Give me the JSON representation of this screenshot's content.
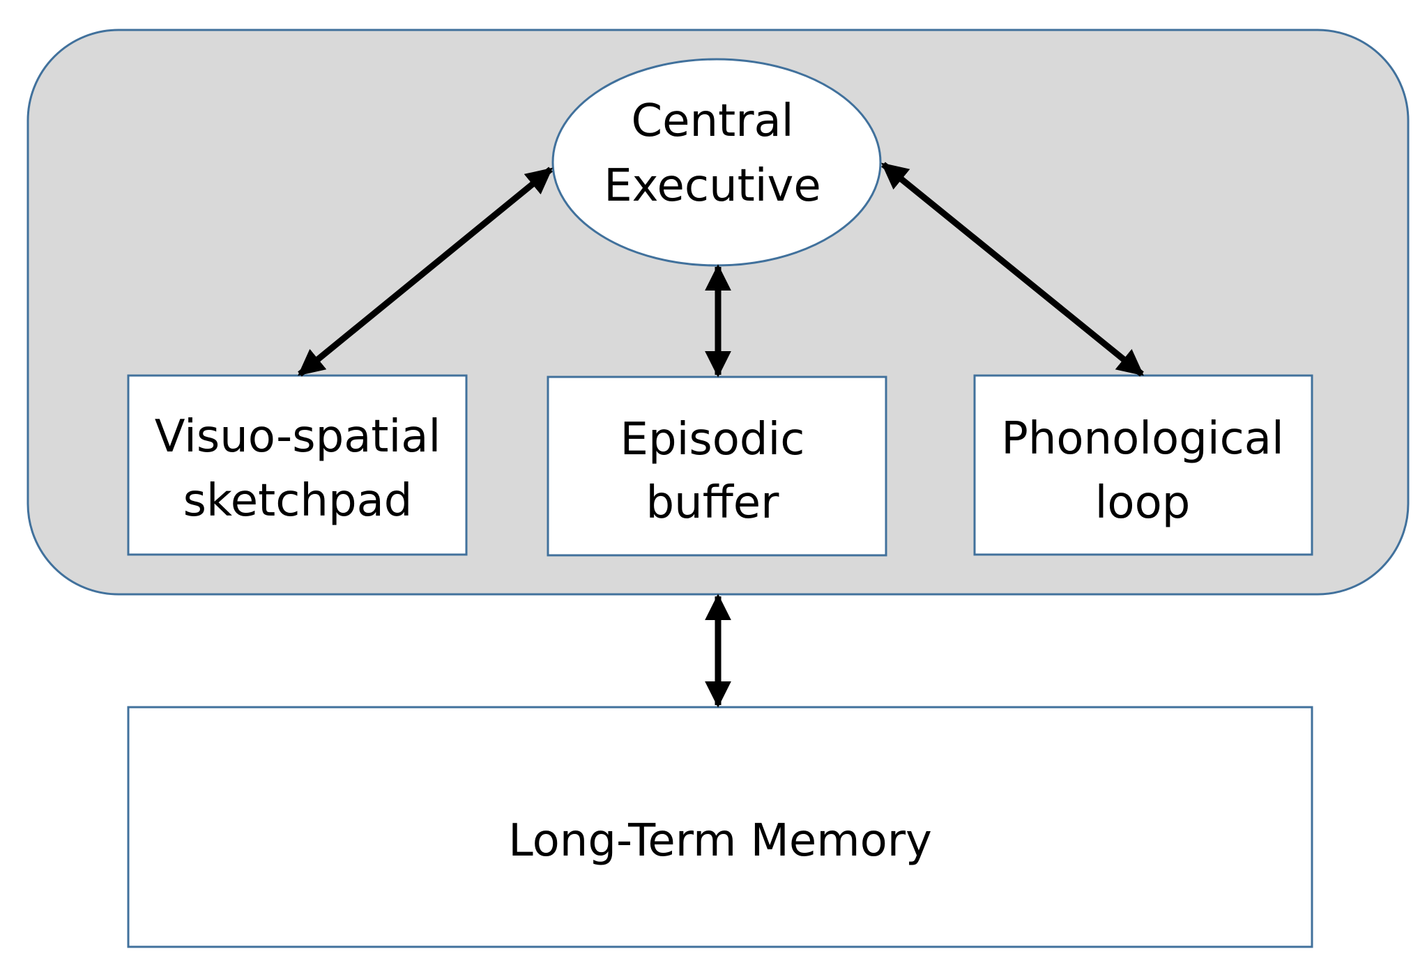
{
  "diagram": {
    "colors": {
      "background": "#ffffff",
      "container_fill": "#d9d9d9",
      "node_stroke": "#41719c",
      "node_fill": "#ffffff",
      "arrow": "#000000",
      "text": "#000000"
    },
    "nodes": {
      "central_executive": {
        "line1": "Central",
        "line2": "Executive"
      },
      "visuo_spatial": {
        "line1": "Visuo-spatial",
        "line2": "sketchpad"
      },
      "episodic_buffer": {
        "line1": "Episodic",
        "line2": "buffer"
      },
      "phonological_loop": {
        "line1": "Phonological",
        "line2": "loop"
      },
      "long_term_memory": {
        "label": "Long-Term Memory"
      }
    },
    "edges": [
      {
        "from": "central_executive",
        "to": "visuo_spatial",
        "bidirectional": true
      },
      {
        "from": "central_executive",
        "to": "episodic_buffer",
        "bidirectional": true
      },
      {
        "from": "central_executive",
        "to": "phonological_loop",
        "bidirectional": true
      },
      {
        "from": "working_memory_container",
        "to": "long_term_memory",
        "bidirectional": true
      }
    ]
  }
}
